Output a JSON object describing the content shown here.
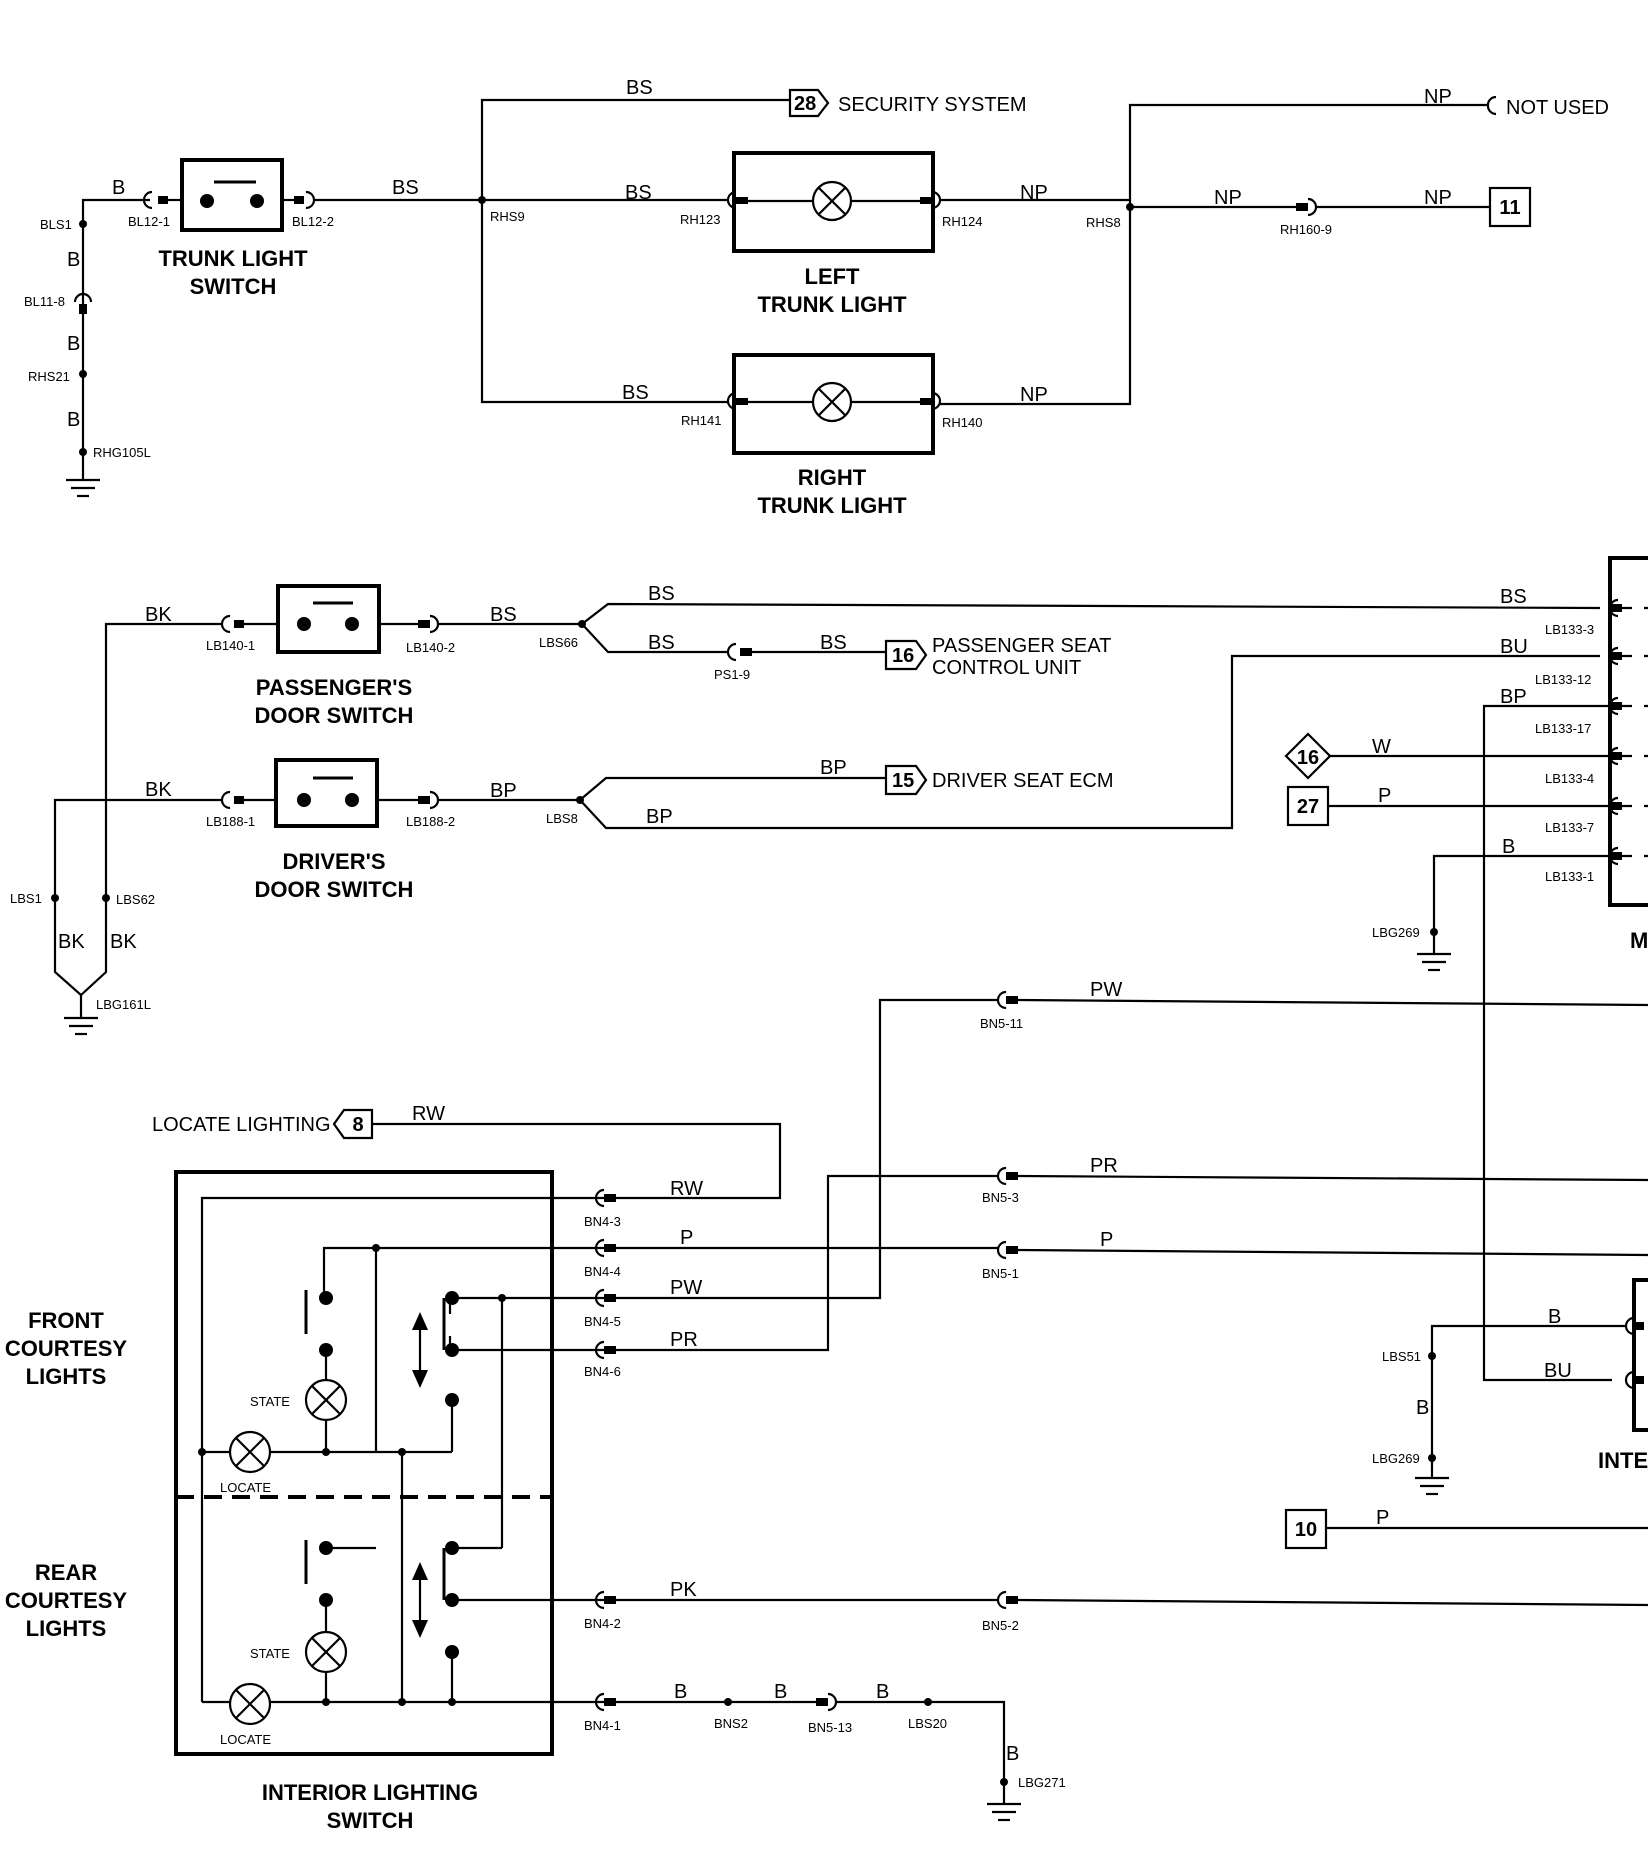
{
  "titles": {
    "trunk_switch": [
      "TRUNK LIGHT",
      "SWITCH"
    ],
    "left_trunk": [
      "LEFT",
      "TRUNK LIGHT"
    ],
    "right_trunk": [
      "RIGHT",
      "TRUNK LIGHT"
    ],
    "pass_door": [
      "PASSENGER'S",
      "DOOR SWITCH"
    ],
    "driver_door": [
      "DRIVER'S",
      "DOOR SWITCH"
    ],
    "front_courtesy": [
      "FRONT",
      "COURTESY",
      "LIGHTS"
    ],
    "rear_courtesy": [
      "REAR",
      "COURTESY",
      "LIGHTS"
    ],
    "interior_switch": [
      "INTERIOR LIGHTING",
      "SWITCH"
    ],
    "module_partial": "M",
    "inte_partial": "INTE"
  },
  "destinations": {
    "security": {
      "num": "28",
      "label": "SECURITY SYSTEM"
    },
    "not_used": "NOT USED",
    "box11": "11",
    "pass_seat": {
      "num": "16",
      "label": [
        "PASSENGER SEAT",
        "CONTROL UNIT"
      ]
    },
    "driver_seat": {
      "num": "15",
      "label": "DRIVER SEAT ECM"
    },
    "diamond16": "16",
    "box27": "27",
    "box10": "10",
    "locate": {
      "num": "8",
      "label": "LOCATE LIGHTING"
    }
  },
  "wires": {
    "B": "B",
    "BS": "BS",
    "NP": "NP",
    "BK": "BK",
    "BP": "BP",
    "BU": "BU",
    "W": "W",
    "P": "P",
    "PW": "PW",
    "PR": "PR",
    "RW": "RW",
    "PK": "PK"
  },
  "connectors": {
    "BL12_1": "BL12-1",
    "BL12_2": "BL12-2",
    "BLS1": "BLS1",
    "BL11_8": "BL11-8",
    "RHS21": "RHS21",
    "RHG105L": "RHG105L",
    "RHS9": "RHS9",
    "RH123": "RH123",
    "RH124": "RH124",
    "RHS8": "RHS8",
    "RH160_9": "RH160-9",
    "RH141": "RH141",
    "RH140": "RH140",
    "LB140_1": "LB140-1",
    "LB140_2": "LB140-2",
    "LBS66": "LBS66",
    "PS1_9": "PS1-9",
    "LB188_1": "LB188-1",
    "LB188_2": "LB188-2",
    "LBS8": "LBS8",
    "LBS1": "LBS1",
    "LBS62": "LBS62",
    "LBG161L": "LBG161L",
    "LB133_3": "LB133-3",
    "LB133_12": "LB133-12",
    "LB133_17": "LB133-17",
    "LB133_4": "LB133-4",
    "LB133_7": "LB133-7",
    "LB133_1": "LB133-1",
    "LBG269": "LBG269",
    "LBS51": "LBS51",
    "BN5_11": "BN5-11",
    "BN5_3": "BN5-3",
    "BN5_1": "BN5-1",
    "BN5_2": "BN5-2",
    "BN4_3": "BN4-3",
    "BN4_4": "BN4-4",
    "BN4_5": "BN4-5",
    "BN4_6": "BN4-6",
    "BN4_2": "BN4-2",
    "BN4_1": "BN4-1",
    "BNS2": "BNS2",
    "BN5_13": "BN5-13",
    "LBS20": "LBS20",
    "LBG271": "LBG271"
  },
  "inner_labels": {
    "state": "STATE",
    "locate": "LOCATE"
  }
}
